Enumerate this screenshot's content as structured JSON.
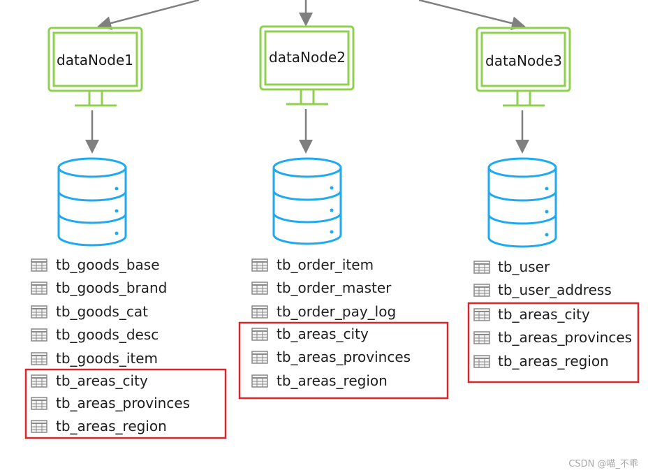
{
  "nodes": [
    {
      "label": "dataNode1",
      "tables": [
        "tb_goods_base",
        "tb_goods_brand",
        "tb_goods_cat",
        "tb_goods_desc",
        "tb_goods_item",
        "tb_areas_city",
        "tb_areas_provinces",
        "tb_areas_region"
      ],
      "highlighted": [
        "tb_areas_city",
        "tb_areas_provinces",
        "tb_areas_region"
      ]
    },
    {
      "label": "dataNode2",
      "tables": [
        "tb_order_item",
        "tb_order_master",
        "tb_order_pay_log",
        "tb_areas_city",
        "tb_areas_provinces",
        "tb_areas_region"
      ],
      "highlighted": [
        "tb_areas_city",
        "tb_areas_provinces",
        "tb_areas_region"
      ]
    },
    {
      "label": "dataNode3",
      "tables": [
        "tb_user",
        "tb_user_address",
        "tb_areas_city",
        "tb_areas_provinces",
        "tb_areas_region"
      ],
      "highlighted": [
        "tb_areas_city",
        "tb_areas_provinces",
        "tb_areas_region"
      ]
    }
  ],
  "icons": {
    "node": "monitor-icon",
    "storage": "database-icon",
    "table": "table-icon"
  },
  "colors": {
    "monitor": "#8fd14f",
    "database_stroke": "#1fa9f0",
    "arrow": "#7f7f7f",
    "highlight_box": "#d9262c",
    "table_icon": "#8a8a8a"
  },
  "watermark": "CSDN @喵_不乖"
}
